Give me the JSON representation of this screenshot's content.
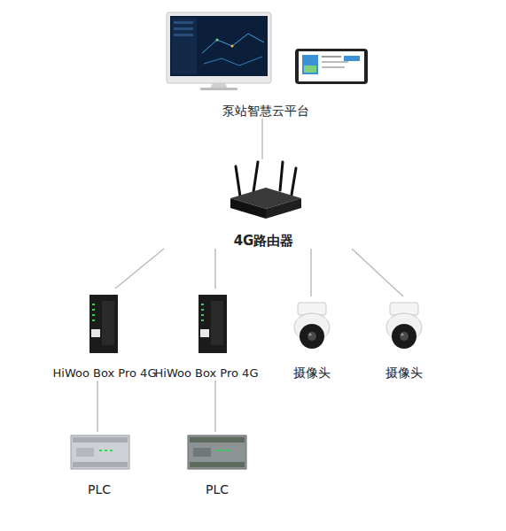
{
  "diagram": {
    "nodes": [
      {
        "text": [
          "泵站智慧云平台"
        ]
      },
      {
        "text": [
          "4G路由器"
        ]
      },
      {
        "text": [
          "HiWoo Box Pro 4G"
        ]
      },
      {
        "text": [
          "HiWoo Box Pro 4G"
        ]
      },
      {
        "text": [
          "摄像头"
        ]
      },
      {
        "text": [
          "摄像头"
        ]
      },
      {
        "text": [
          "PLC"
        ]
      },
      {
        "text": [
          "PLC"
        ]
      }
    ],
    "edges": [
      {
        "from": 0,
        "to": 1,
        "arrow": "none"
      },
      {
        "from": 1,
        "to": 2,
        "arrow": "none"
      },
      {
        "from": 1,
        "to": 3,
        "arrow": "none"
      },
      {
        "from": 1,
        "to": 4,
        "arrow": "none"
      },
      {
        "from": 1,
        "to": 5,
        "arrow": "none"
      },
      {
        "from": 2,
        "to": 6,
        "arrow": "none"
      },
      {
        "from": 3,
        "to": 7,
        "arrow": "none"
      }
    ]
  }
}
